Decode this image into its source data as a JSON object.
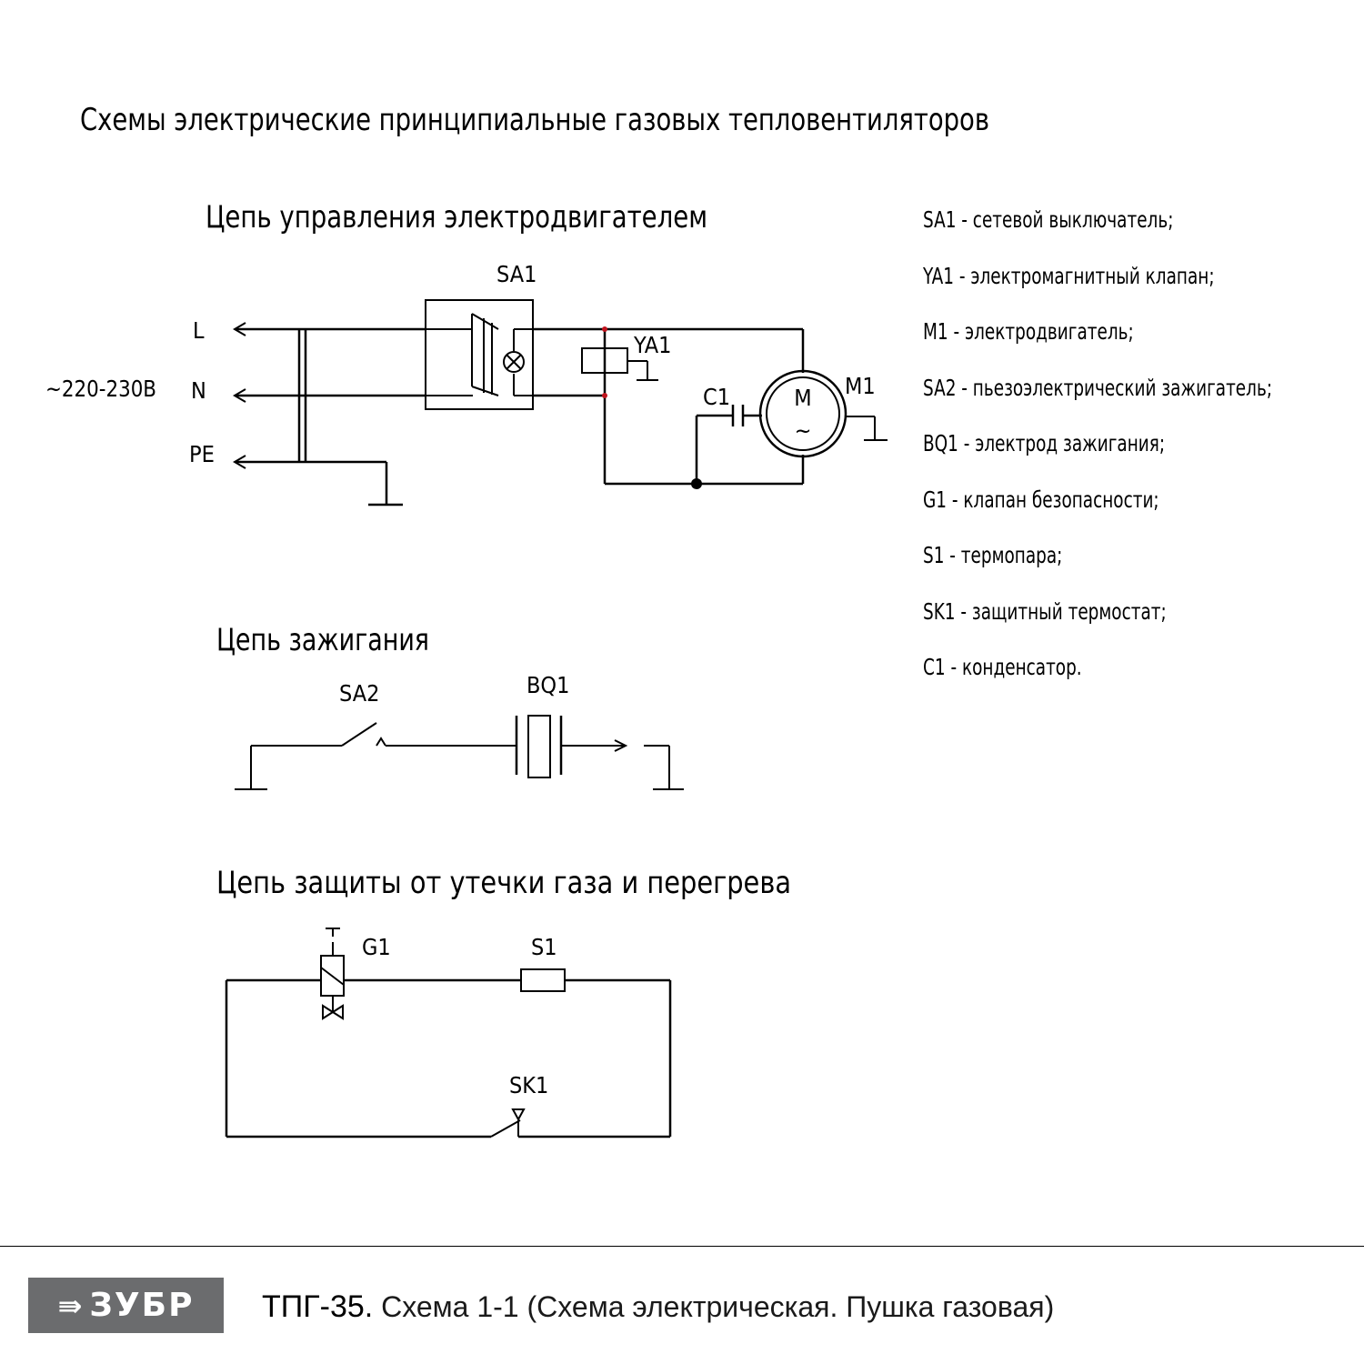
{
  "header": {
    "title": "Схемы электрические принципиальные газовых тепловентиляторов"
  },
  "motor_circuit": {
    "title": "Цепь управления электродвигателем",
    "supply_voltage": "~220-230В",
    "line_labels": [
      "L",
      "N",
      "PE"
    ],
    "switch_label": "SA1",
    "valve_label": "YA1",
    "capacitor_label": "C1",
    "motor_label": "M1",
    "motor_symbol_top": "M",
    "motor_symbol_bottom": "~"
  },
  "ignition_circuit": {
    "title": "Цепь зажигания",
    "switch_label": "SA2",
    "electrode_label": "BQ1"
  },
  "protection_circuit": {
    "title": "Цепь защиты от утечки газа и перегрева",
    "valve_label": "G1",
    "thermocouple_label": "S1",
    "thermostat_label": "SK1"
  },
  "legend": [
    "SA1 - сетевой выключатель;",
    "YA1 - электромагнитный клапан;",
    "M1 - электродвигатель;",
    "SA2 - пьезоэлектрический зажигатель;",
    "BQ1 - электрод зажигания;",
    "G1 - клапан безопасности;",
    "S1 - термопара;",
    "SK1 - защитный термостат;",
    "C1 - конденсатор."
  ],
  "footer": {
    "brand": "ЗУБР",
    "model": "ТПГ-35.",
    "caption": "Схема 1-1 (Схема электрическая. Пушка газовая)"
  },
  "colors": {
    "line": "#000000",
    "node_marker": "#c0141e",
    "logo_bg": "#6b6c6e"
  }
}
